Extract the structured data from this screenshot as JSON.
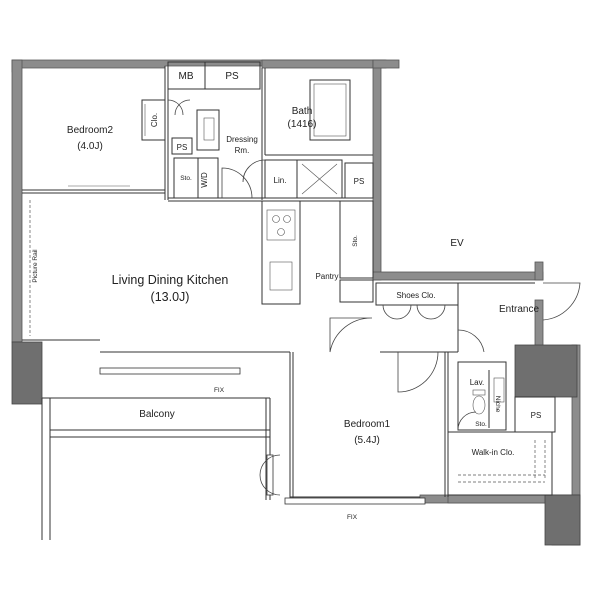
{
  "rooms": {
    "bedroom2_name": "Bedroom2",
    "bedroom2_size": "(4.0J)",
    "living_name": "Living Dining Kitchen",
    "living_size": "(13.0J)",
    "bedroom1_name": "Bedroom1",
    "bedroom1_size": "(5.4J)",
    "bath_name": "Bath",
    "bath_size": "(1416)",
    "dressing_name": "Dressing",
    "dressing_sub": "Rm.",
    "balcony": "Balcony",
    "entrance": "Entrance",
    "ev": "EV"
  },
  "small": {
    "mb": "MB",
    "ps_top": "PS",
    "ps_dressing": "PS",
    "ps_bath": "PS",
    "ps_right": "PS",
    "clo": "Clo.",
    "sto_dressing": "Sto.",
    "wd": "W/D",
    "lin": "Lin.",
    "sto_kitchen": "Sto.",
    "pantry": "Pantry",
    "shoes_clo": "Shoes Clo.",
    "lav": "Lav.",
    "niche": "Niche",
    "sto_lav": "Sto.",
    "walkin_clo": "Walk-in Clo.",
    "picture_rail": "Picture Rail",
    "fix_balcony": "FIX",
    "fix_bedroom": "FIX"
  }
}
